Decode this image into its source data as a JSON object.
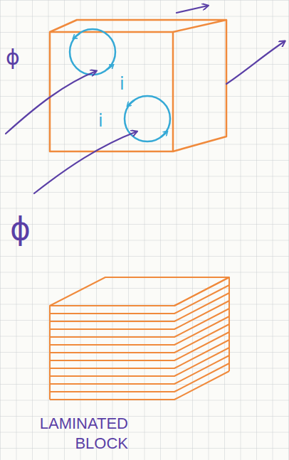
{
  "diagram": {
    "labels": [
      "ϕ",
      "i",
      "i",
      "ϕ",
      "LAMINATED BLOCK"
    ]
  }
}
